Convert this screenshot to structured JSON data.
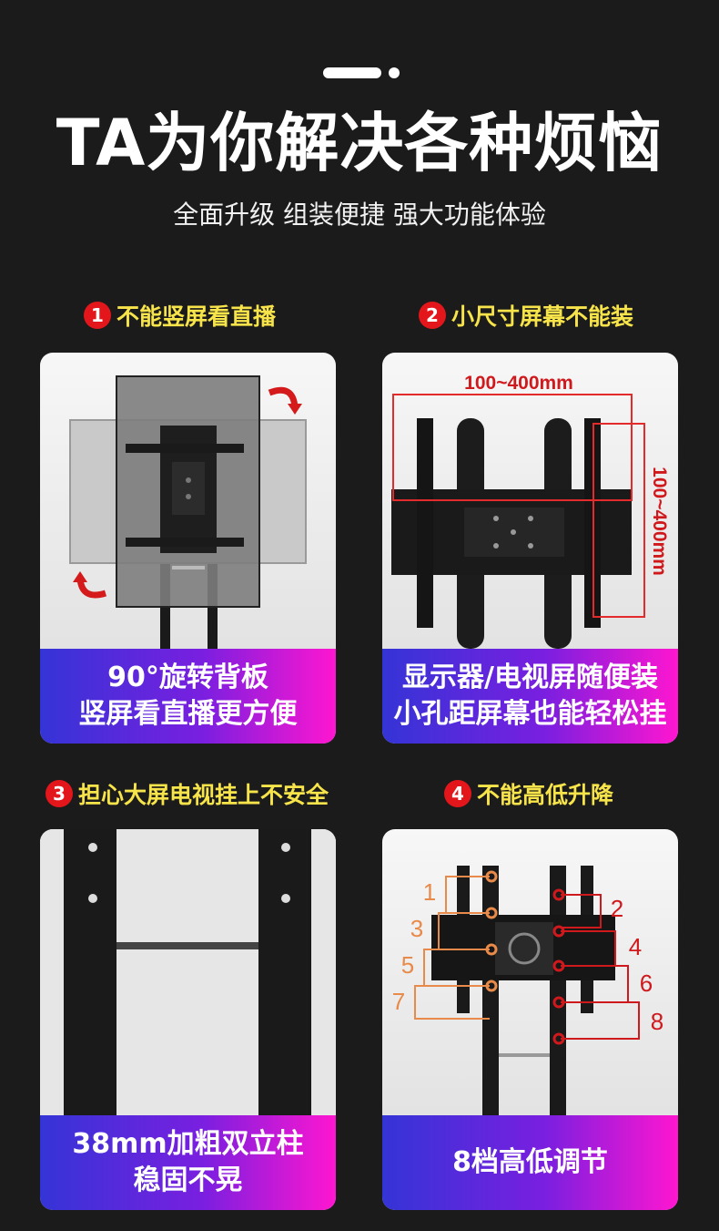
{
  "header": {
    "title": "TA为你解决各种烦恼",
    "subtitle": "全面升级 组装便捷 强大功能体验"
  },
  "features": [
    {
      "number": "1",
      "heading": "不能竖屏看直播",
      "caption_line1": "90°旋转背板",
      "caption_line2": "竖屏看直播更方便"
    },
    {
      "number": "2",
      "heading": "小尺寸屏幕不能装",
      "caption_line1": "显示器/电视屏随便装",
      "caption_line2": "小孔距屏幕也能轻松挂",
      "dim_horizontal": "100~400mm",
      "dim_vertical": "100~400mm"
    },
    {
      "number": "3",
      "heading": "担心大屏电视挂上不安全",
      "caption_line1": "38mm加粗双立柱",
      "caption_line2": "稳固不晃"
    },
    {
      "number": "4",
      "heading": "不能高低升降",
      "caption_line1": "8档高低调节",
      "left_positions": [
        "1",
        "3",
        "5",
        "7"
      ],
      "right_positions": [
        "2",
        "4",
        "6",
        "8"
      ]
    }
  ],
  "colors": {
    "accent_red": "#e3171b",
    "heading_yellow": "#f7e44a",
    "banner_start": "#3434d6",
    "banner_end": "#ff16d0",
    "orange_marker": "#e88a4a"
  }
}
